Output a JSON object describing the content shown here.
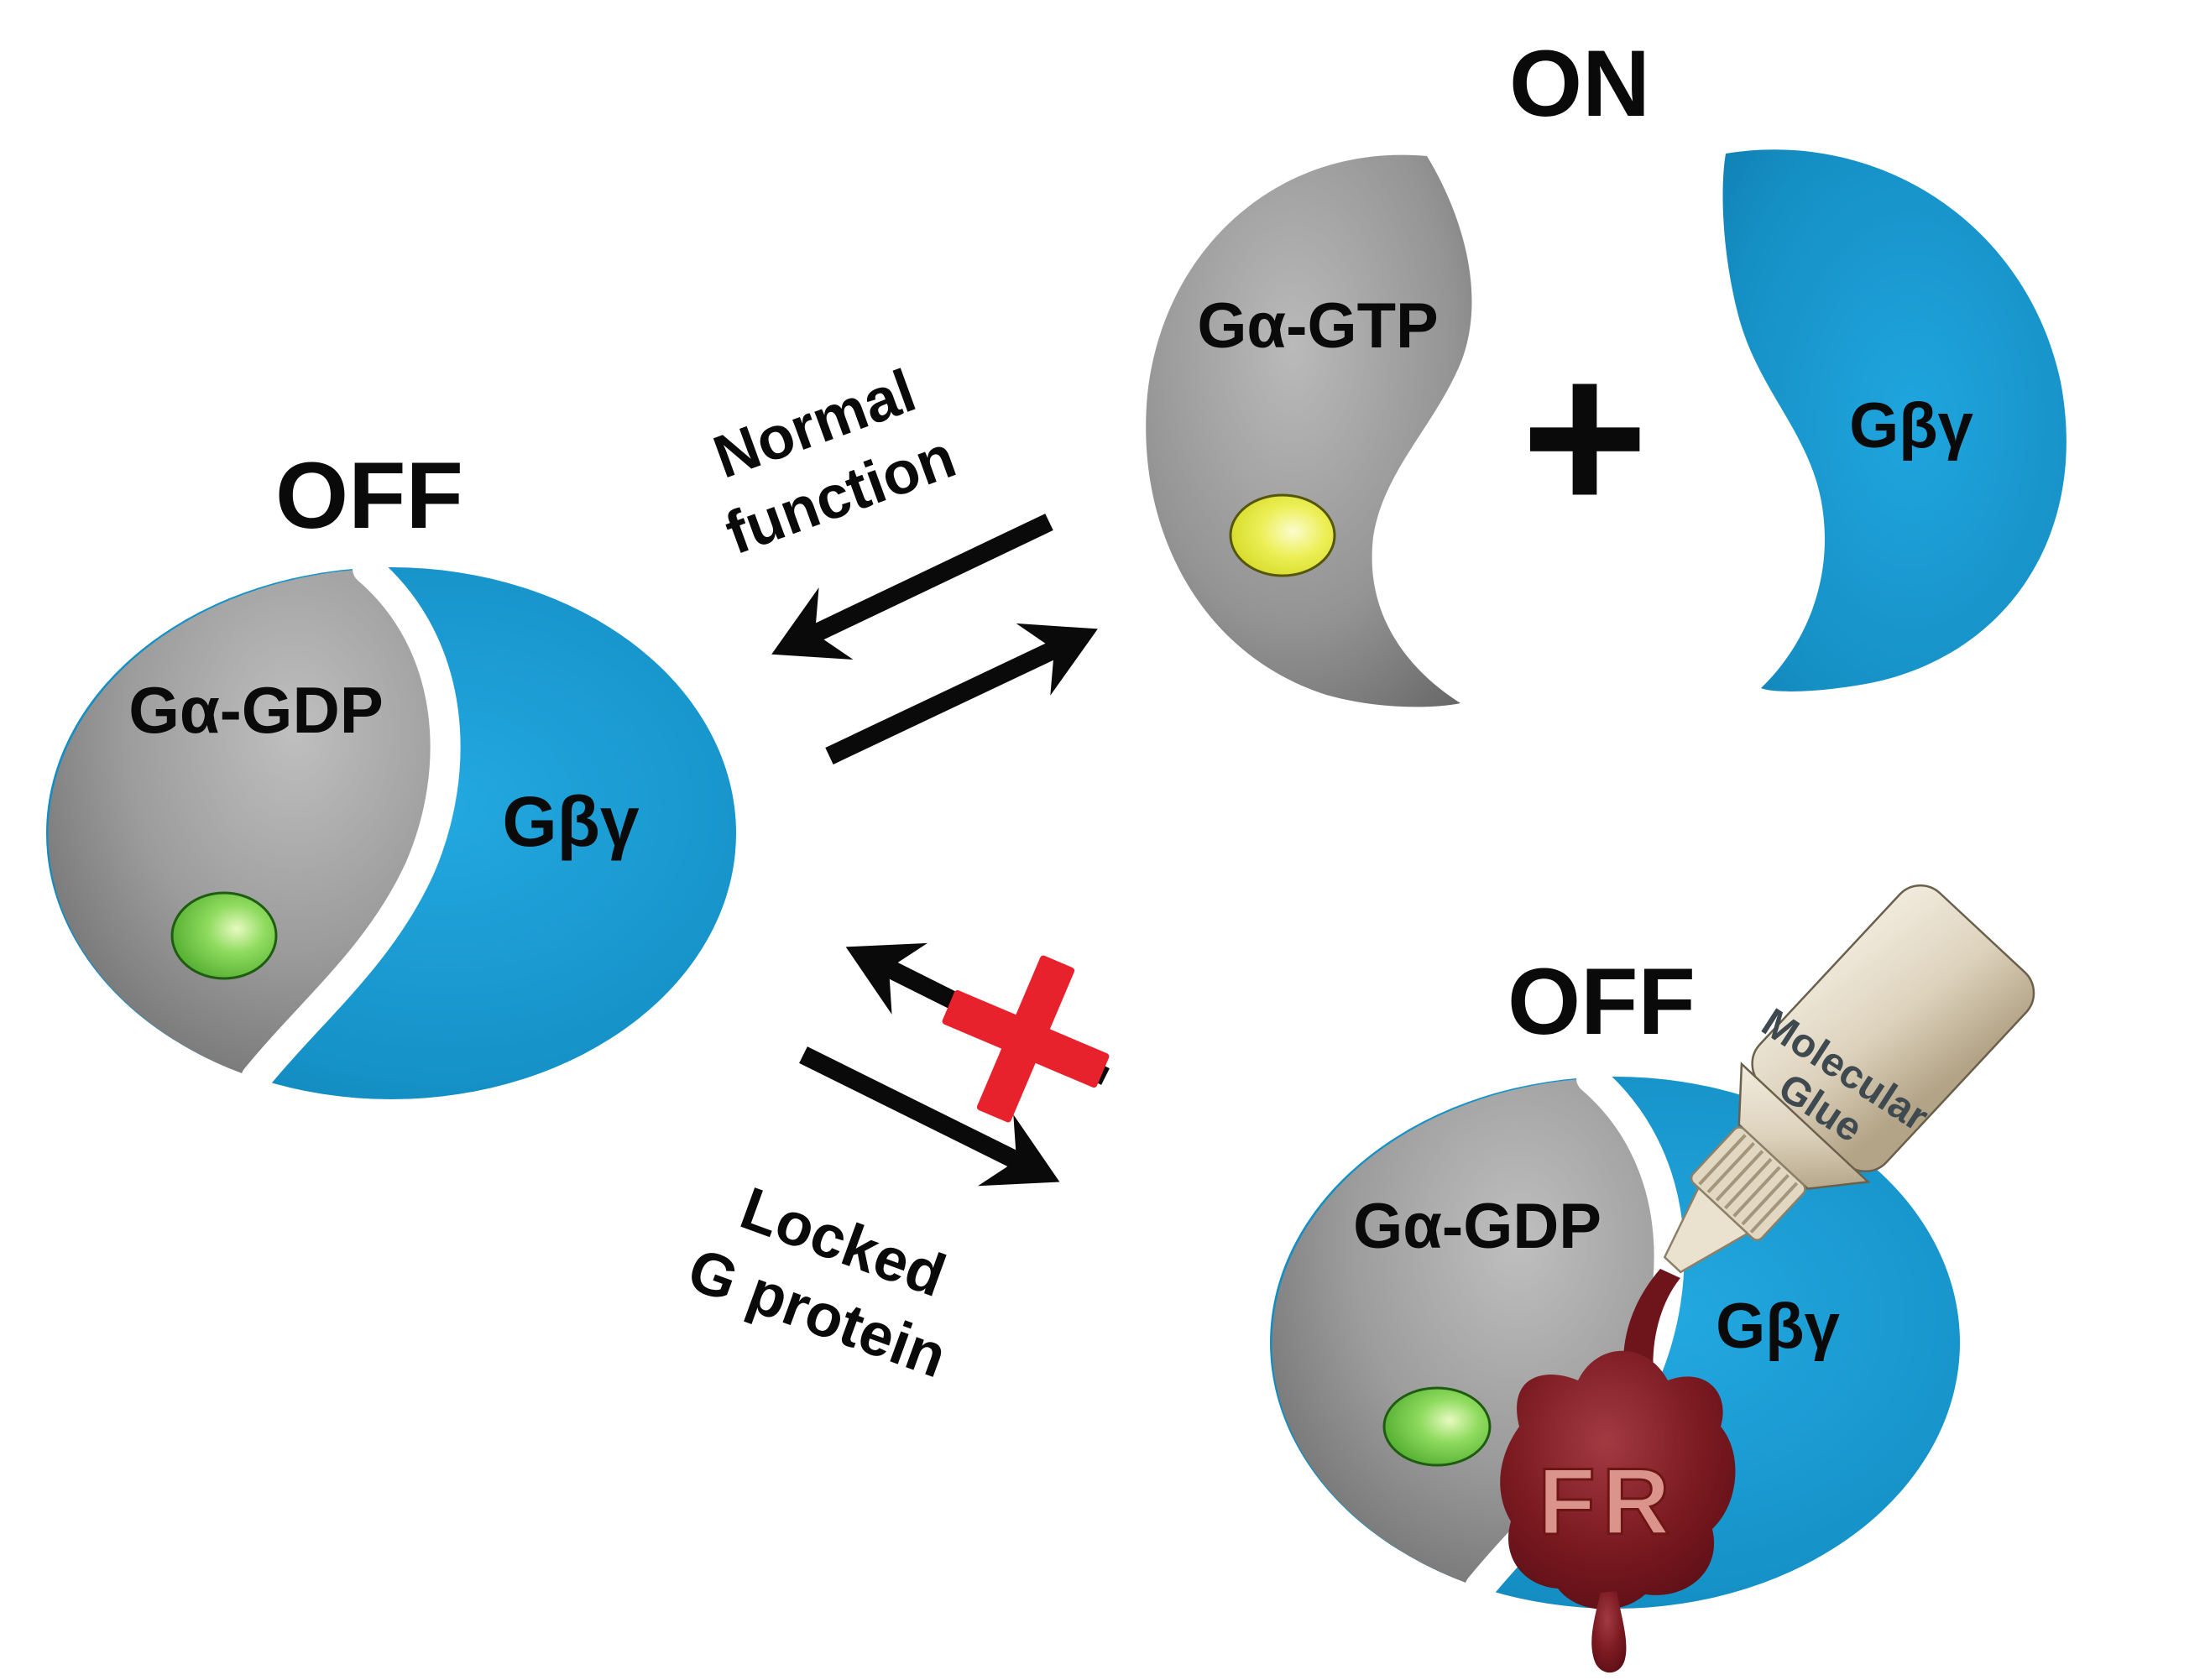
{
  "left_complex": {
    "state": "OFF",
    "alpha": "Gα-GDP",
    "betagamma": "Gβγ"
  },
  "on_complex": {
    "state": "ON",
    "alpha": "Gα-GTP",
    "betagamma": "Gβγ",
    "plus_sign": "+"
  },
  "locked_complex": {
    "state": "OFF",
    "alpha": "Gα-GDP",
    "betagamma": "Gβγ",
    "bottle_label_line1": "Molecular",
    "bottle_label_line2": "Glue",
    "glue_seal": "FR"
  },
  "normal_transition": {
    "label_line1": "Normal",
    "label_line2": "function"
  },
  "locked_transition": {
    "label_line1": "Locked",
    "label_line2": "G protein"
  },
  "colors": {
    "gbetagamma_blue": "#1592C8",
    "galpha_gray": "#9C9C9C",
    "gdp_green": "#68C43C",
    "gtp_yellow": "#E3E643",
    "blocked_red": "#E8222D",
    "glue_maroon": "#6E141B",
    "bottle_cream": "#DDD2BC",
    "seal_text_rose": "#DA948C"
  }
}
